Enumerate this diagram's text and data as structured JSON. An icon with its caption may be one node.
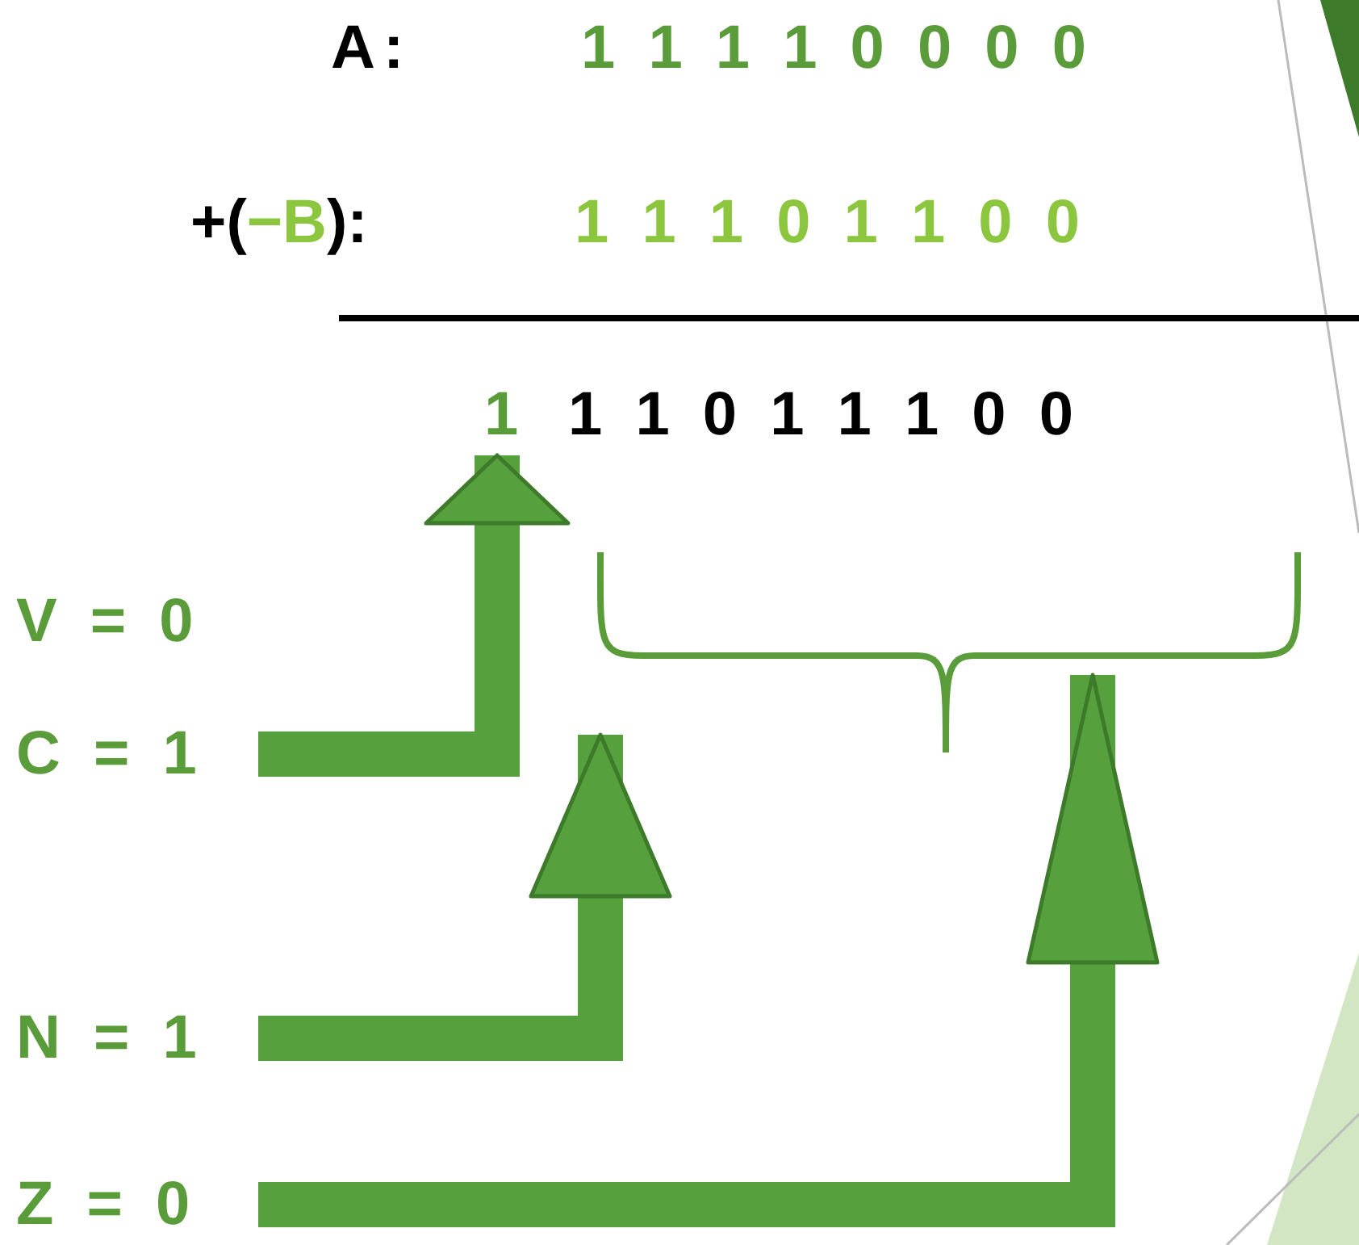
{
  "diagram": {
    "nodes": [
      {
        "text": [
          "1"
        ]
      },
      {
        "text": [
          "1 1 0 1 1 1 0 0"
        ]
      },
      {
        "text": [
          "V = 0"
        ]
      },
      {
        "text": [
          "C = 1"
        ]
      },
      {
        "text": [
          "N = 1"
        ]
      },
      {
        "text": [
          "Z = 0"
        ]
      },
      {
        "text": [],
        "shape": "brace"
      }
    ],
    "edges": [
      {
        "from": 3,
        "to": 0,
        "arrow": "to"
      },
      {
        "from": 4,
        "to": 6,
        "arrow": "to"
      },
      {
        "from": 5,
        "to": 6,
        "arrow": "to"
      }
    ],
    "labels": [
      "A:",
      "1 1 1 1 0 0 0 0",
      "+(",
      "−B",
      "):",
      "1 1 1 0 1 1 0 0"
    ]
  }
}
